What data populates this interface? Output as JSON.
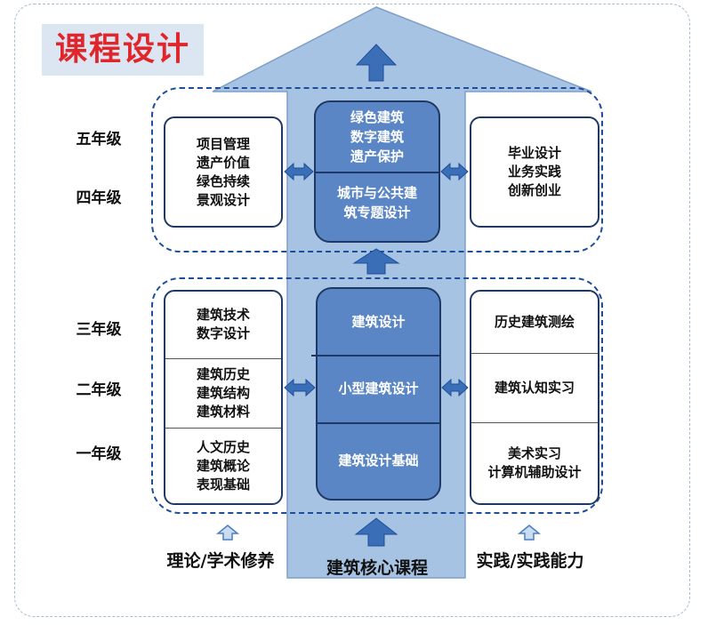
{
  "title": "课程设计",
  "grades": {
    "g5": "五年级",
    "g4": "四年级",
    "g3": "三年级",
    "g2": "二年级",
    "g1": "一年级"
  },
  "upper": {
    "left": [
      "项目管理",
      "遗产价值",
      "绿色持续",
      "景观设计"
    ],
    "core_top": [
      "绿色建筑",
      "数字建筑",
      "遗产保护"
    ],
    "core_bottom": [
      "城市与公共建",
      "筑专题设计"
    ],
    "right": [
      "毕业设计",
      "业务实践",
      "创新创业"
    ]
  },
  "lower": {
    "left": [
      [
        "建筑技术",
        "数字设计"
      ],
      [
        "建筑历史",
        "建筑结构",
        "建筑材料"
      ],
      [
        "人文历史",
        "建筑概论",
        "表现基础"
      ]
    ],
    "core": [
      "建筑设计",
      "小型建筑设计",
      "建筑设计基础"
    ],
    "right": [
      [
        "历史建筑测绘"
      ],
      [
        "建筑认知实习"
      ],
      [
        "美术实习",
        "计算机辅助设计"
      ]
    ]
  },
  "bottom": {
    "left": "理论/学术修养",
    "center": "建筑核心课程",
    "right": "实践/实践能力"
  }
}
